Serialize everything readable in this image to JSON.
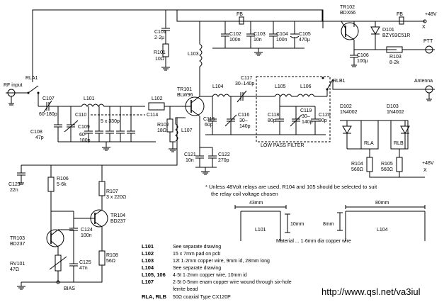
{
  "components": {
    "rf_input": "RF input",
    "rla1": "RLA1",
    "c107": [
      "C107",
      "60-180p"
    ],
    "c108": [
      "C108",
      "47p"
    ],
    "c109": [
      "C109",
      "60-",
      "180p"
    ],
    "l101": "L101",
    "c110_c114": "C110",
    "c114": "C114",
    "caps5": "5  x  330p",
    "l102": "L102",
    "c101": [
      "C101",
      "2·2µ"
    ],
    "r101": [
      "R101",
      "10Ω"
    ],
    "l103": "L103",
    "tr101": [
      "TR101",
      "BLW96"
    ],
    "r102": [
      "R102",
      "18Ω"
    ],
    "l107": "L107",
    "fb1": "FB",
    "c102": [
      "C102",
      "100n"
    ],
    "c103": [
      "C103",
      "10n"
    ],
    "c104": [
      "C104",
      "100n"
    ],
    "c105": [
      "C105",
      "470µ"
    ],
    "l104": "L104",
    "c117": [
      "C117",
      "30–140p"
    ],
    "l105": "L105",
    "l106": "L106",
    "c115": [
      "C115",
      "60p"
    ],
    "c116": [
      "C116",
      "30–",
      "140p"
    ],
    "c118": [
      "C118",
      "80p"
    ],
    "c119": [
      "C119",
      "30–",
      "140p"
    ],
    "c120": [
      "C120",
      "80p"
    ],
    "c121": [
      "C121",
      "10n"
    ],
    "c122": [
      "C122",
      "270p"
    ],
    "lpf": "LOW PASS FILTER",
    "rlb1": "RLB1",
    "tr102": [
      "TR102",
      "BDX66"
    ],
    "fb2": "FB",
    "v48": "+48V",
    "x1": "X",
    "d101": [
      "D101",
      "BZY93C51R"
    ],
    "c106": [
      "C106",
      "100µ"
    ],
    "r103": [
      "R103",
      "8·2k"
    ],
    "ptt": "PTT",
    "antenna": "Antenna",
    "d102": [
      "D102",
      "1N4002"
    ],
    "d103": [
      "D103",
      "1N4002"
    ],
    "rla": "RLA",
    "rlb": "RLB",
    "r104": [
      "R104",
      "560Ω"
    ],
    "r105": [
      "R105",
      "560Ω"
    ],
    "v48b": "+48V",
    "x2": "X",
    "c123": [
      "C123",
      "22n"
    ],
    "r106": [
      "R106",
      "5·6k"
    ],
    "r107": [
      "R107",
      "3 x 220Ω"
    ],
    "tr104": [
      "TR104",
      "BD237"
    ],
    "c124": [
      "C124",
      "100n"
    ],
    "tr103": [
      "TR103",
      "BD237"
    ],
    "r108": [
      "R108",
      "56Ω"
    ],
    "rv101": [
      "RV101",
      "47Ω"
    ],
    "c125": [
      "C125",
      "47n"
    ],
    "bias": "BIAS"
  },
  "note": [
    "*  Unless 48Volt relays are used, R104 and 105 should be selected to suit",
    "the relay coil voltage chosen"
  ],
  "dims": {
    "l101_len": "43mm",
    "l101_h": "10mm",
    "l104_len": "80mm",
    "l104_h": "8mm",
    "l101": "L101",
    "l104": "L104",
    "material": "Material ... 1·6mm dia copper wire"
  },
  "table": [
    {
      "ref": "L101",
      "desc": "See separate drawing"
    },
    {
      "ref": "L102",
      "desc": "15 x 7mm pad on pcb"
    },
    {
      "ref": "L103",
      "desc": "12t 1·2mm copper wire, 9mm id, 28mm long"
    },
    {
      "ref": "L104",
      "desc": "See separate drawing"
    },
    {
      "ref": "L105, 106",
      "desc": "4·5t 1·2mm copper wire, 10mm id"
    },
    {
      "ref": "L107",
      "desc": "2·5t 0·5mm enam copper wire wound through six-hole"
    },
    {
      "ref": "",
      "desc": "ferrite bead"
    },
    {
      "ref": "RLA, RLB",
      "desc": "50Ω coaxial Type CX120P"
    }
  ],
  "url": "http://www.qsl.net/va3iul"
}
